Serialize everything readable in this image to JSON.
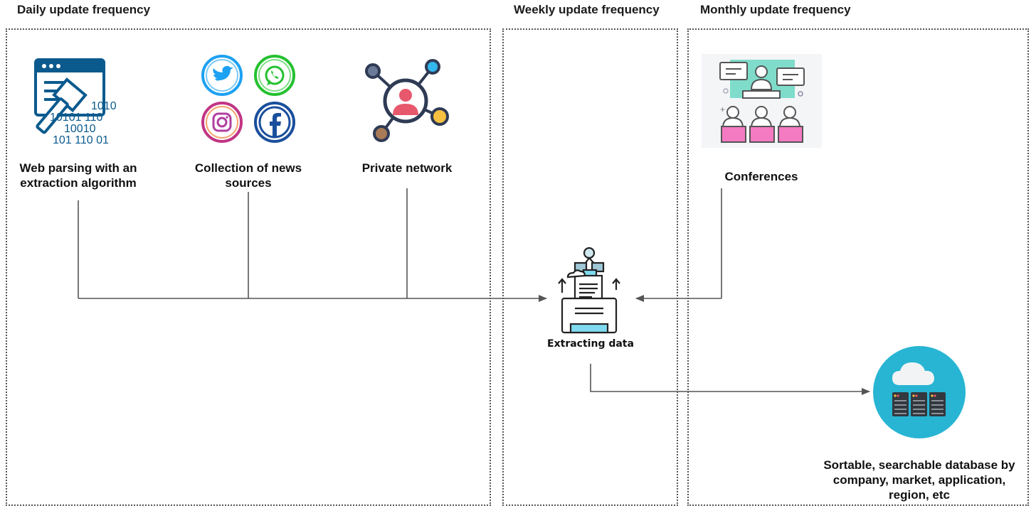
{
  "headings": {
    "daily": "Daily update frequency",
    "weekly": "Weekly update frequency",
    "monthly": "Monthly update frequency"
  },
  "sources": {
    "web_parsing": {
      "line1": "Web parsing with an",
      "line2": "extraction algorithm",
      "binary": [
        "1010",
        "10101 110",
        "10010",
        "101 110 01"
      ]
    },
    "news": {
      "line1": "Collection of news",
      "line2": "sources"
    },
    "private_network": "Private network",
    "conferences": "Conferences"
  },
  "center": {
    "label": "Extracting data"
  },
  "output": {
    "line1": "Sortable, searchable database by",
    "line2": "company, market, application,",
    "line3": "region, etc"
  },
  "colors": {
    "border": "#555555",
    "line": "#555555",
    "navy": "#0b5a8e",
    "twitter": "#1da1f2",
    "whatsapp": "#25c130",
    "facebook": "#1a4f9c",
    "cloud_circle": "#27b5d3",
    "network_hub": "#e8586c",
    "conference_pink": "#f47ac2",
    "conference_teal": "#7fdccb"
  },
  "icons": [
    "browser-code-icon",
    "twitter-icon",
    "whatsapp-icon",
    "instagram-icon",
    "facebook-icon",
    "network-icon",
    "conference-icon",
    "extracting-robot-icon",
    "cloud-server-icon"
  ]
}
